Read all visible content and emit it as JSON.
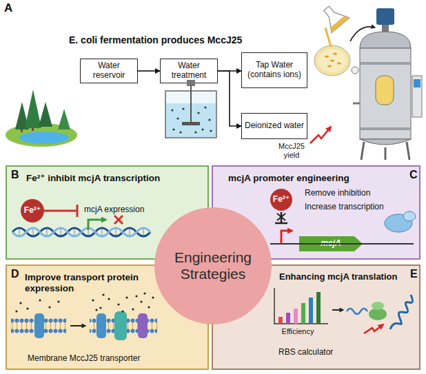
{
  "diagram": {
    "nodes": [
      {
        "text": [
          "Water reservoir"
        ]
      },
      {
        "text": [
          "Water treatment"
        ]
      },
      {
        "text": [
          "Tap Water (contains ions)"
        ]
      },
      {
        "text": [
          "Deionized water"
        ]
      },
      {
        "text": [
          "B",
          "Fe²⁺ inhibit mcjA transcription",
          "mcjA expression"
        ]
      },
      {
        "text": [
          "Fe²⁺"
        ],
        "in": 4
      },
      {
        "text": [
          "C",
          "mcjA promoter engineering",
          "Remove inhibition",
          "Increase transcription"
        ]
      },
      {
        "text": [
          "Fe²⁺"
        ],
        "in": 6
      },
      {
        "text": [
          "mcjA"
        ],
        "in": 6
      },
      {
        "text": [
          "D",
          "Improve transport protein expression",
          "Membrane MccJ25 transporter"
        ]
      },
      {
        "text": [
          "E",
          "Enhancing mcjA translation",
          "Efficiency",
          "RBS calculator"
        ]
      },
      {
        "text": [
          "Engineering Strategies"
        ]
      }
    ],
    "edges": [
      {
        "from": 0,
        "to": 1,
        "arrow": "to"
      },
      {
        "from": 1,
        "to": 2,
        "arrow": "to"
      },
      {
        "from": 1,
        "to": 3,
        "arrow": "to"
      }
    ],
    "labels": [
      "A",
      "E. coli fermentation produces MccJ25",
      "MccJ25 yield"
    ]
  }
}
